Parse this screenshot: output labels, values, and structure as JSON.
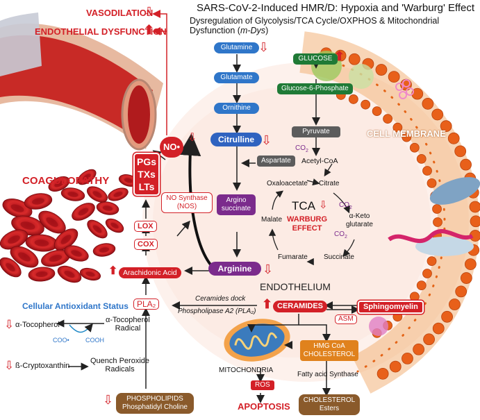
{
  "header": {
    "title": "SARS-CoV-2-Induced HMR/D: Hypoxia and 'Warburg' Effect",
    "subtitle_main": "Dysregulation of Glycolysis/TCA Cycle/OXPHOS & Mitochondrial Dysfunction (",
    "subtitle_italic": "m-Dys",
    "subtitle_end": ")"
  },
  "vascular": {
    "vasodilation": "VASODILATION",
    "endothelial_dysfunction": "ENDOTHELIAL DYSFUNCTION",
    "coagulopathy": "COAGULOPATHY",
    "no_radical": "NO•",
    "pgs": "PGs",
    "txs": "TXs",
    "lts": "LTs",
    "lox": "LOX",
    "cox": "COX",
    "arachidonic_acid": "Arachidonic Acid",
    "pla2": "PLA₂",
    "phospholipids_line1": "PHOSPHOLIPIDS",
    "phospholipids_line2": "Phosphatidyl Choline"
  },
  "antioxidant": {
    "heading": "Cellular Antioxidant Status",
    "tocopherol": "α-Tocopherol",
    "tocopherol_radical_line1": "α-Tocopherol",
    "tocopherol_radical_line2": "Radical",
    "coo": "COO•",
    "cooh": "COOH",
    "cryptoxanthin": "ß-Cryptoxanthin",
    "quench_line1": "Quench Peroxide",
    "quench_line2": "Radicals"
  },
  "urea_cycle": {
    "glutamine": "Glutamine",
    "glutamate": "Glutamate",
    "ornithine": "Ornithine",
    "citrulline": "Citrulline",
    "aspartate": "Aspartate",
    "argino_line1": "Argino",
    "argino_line2": "succinate",
    "arginine": "Arginine",
    "nos_line1": "NO Synthase",
    "nos_line2": "(NOS)"
  },
  "glycolysis": {
    "glucose": "GLUCOSE",
    "g6p": "Glucose-6-Phosphate",
    "pyruvate": "Pyruvate",
    "co2": "CO",
    "co2_sub": "2",
    "acetyl_coa": "Acetyl-CoA",
    "cell_membrane": "CELL MEMBRANE"
  },
  "tca": {
    "oxaloacetate": "Oxaloacetate",
    "citrate": "Citrate",
    "alpha_keto_line1": "α-Keto",
    "alpha_keto_line2": "glutarate",
    "succinate": "Succinate",
    "fumarate": "Fumarate",
    "malate": "Malate",
    "tca": "TCA",
    "warburg_line1": "WARBURG",
    "warburg_line2": "EFFECT",
    "co2": "CO",
    "co2_sub": "2"
  },
  "lipids": {
    "endothelium": "ENDOTHELIUM",
    "ceramides_dock": "Ceramides dock",
    "phospholipase": "Phospholipase A2 (PLA₂)",
    "ceramides": "CERAMIDES",
    "sphingomyelin": "Sphingomyelin",
    "asm": "ASM",
    "hmg_line1": "HMG CoA",
    "hmg_line2": "CHOLESTEROL",
    "fatty_acid_synthase": "Fatty acid Synthase",
    "chol_line1": "CHOLESTEROL",
    "chol_line2": "Esters",
    "mitochondria": "MITOCHONDRIA",
    "ros": "ROS",
    "apoptosis": "APOPTOSIS"
  },
  "colors": {
    "red": "#d32027",
    "blue": "#2f76c9",
    "green": "#1f7a36",
    "purple": "#7b2b8c",
    "gray": "#5c5c5c",
    "orange": "#e0821d",
    "brown": "#8a5a2b"
  }
}
